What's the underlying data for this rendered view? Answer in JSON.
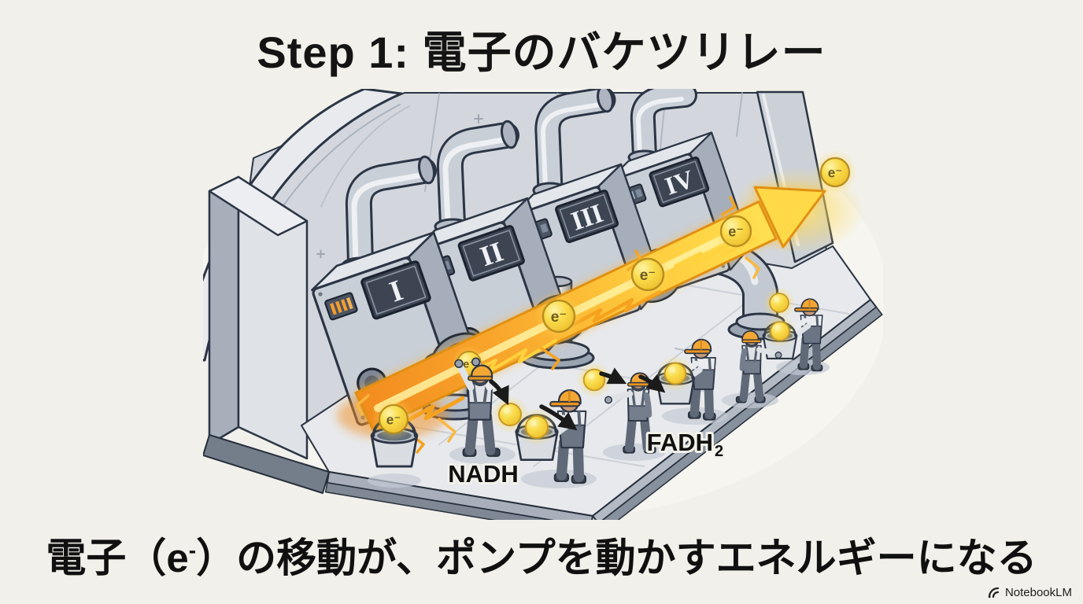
{
  "slide": {
    "title": "Step 1: 電子のバケツリレー",
    "caption": {
      "pre": "電子（e",
      "sup": "-",
      "post": "）の移動が、ポンプを動かすエネルギーになる"
    }
  },
  "illustration": {
    "complexes": [
      {
        "label": "I"
      },
      {
        "label": "II"
      },
      {
        "label": "III"
      },
      {
        "label": "IV"
      }
    ],
    "electron_symbol": "e⁻",
    "labels": {
      "nadh": "NADH",
      "fadh_base": "FADH",
      "fadh_sub": "2"
    }
  },
  "watermark": {
    "label": "NotebookLM"
  },
  "colors": {
    "background": "#f1f0ea",
    "beam_orange": "#f28c1e",
    "beam_yellow": "#ffe95e",
    "electron_fill": "#f7d843",
    "helmet_orange": "#f2a735",
    "machine_gray": "#c9cfd7",
    "text": "#141414"
  }
}
